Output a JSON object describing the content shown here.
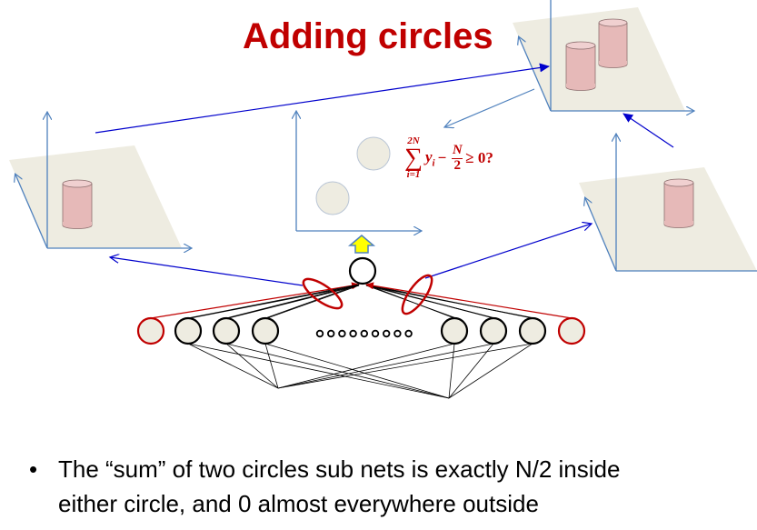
{
  "slide": {
    "title": "Adding circles",
    "bullet_symbol": "•",
    "bullet_line1": "The “sum” of two circles sub nets is exactly N/2 inside",
    "bullet_line2": "either circle, and 0 almost everywhere outside"
  },
  "formula": {
    "sum_upper": "2N",
    "sum_symbol": "∑",
    "sum_lower": "i=1",
    "term": "y",
    "term_sub": "i",
    "minus": "−",
    "frac_num": "N",
    "frac_den": "2",
    "comparison": "≥ 0?"
  },
  "diagram": {
    "input_dots_count": 9,
    "colors": {
      "title": "#c00000",
      "plane": "#eeece1",
      "axis": "#4f81bd",
      "arrow": "#0000cc",
      "cylinder": "#e6b9b8",
      "cylinder_stroke": "#8c6e6e",
      "highlight": "#c00000",
      "output_arrow_fill": "#ffff00",
      "output_arrow_stroke": "#4f81bd",
      "neuron_fill": "#eeece1"
    },
    "panels": [
      {
        "name": "left-subnet-output-panel",
        "cylinders": 1
      },
      {
        "name": "right-subnet-output-panel",
        "cylinders": 1
      },
      {
        "name": "sum-output-panel",
        "cylinders": 2
      },
      {
        "name": "decision-region-panel",
        "circles": 2
      }
    ]
  }
}
